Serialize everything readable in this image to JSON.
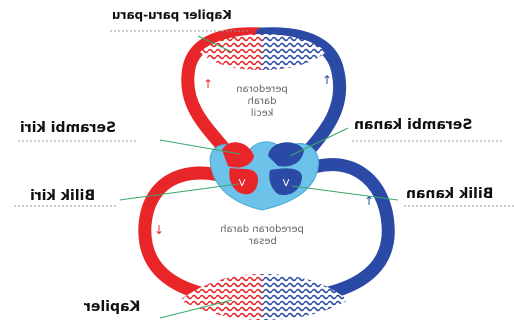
{
  "colors": {
    "oxygenated": "#e8262a",
    "deoxygenated": "#2b4aa6",
    "heart_fill": "#6cc2e8",
    "pointer_line": "#3aa86a",
    "underline": "#999999",
    "text": "#111111"
  },
  "labels": {
    "lung_capillary": "Kapiler paru-paru",
    "left_atrium": "Serambi kiri",
    "right_atrium": "Serambi kanan",
    "left_ventricle": "Bilik kiri",
    "right_ventricle": "Bilik kanan",
    "body_capillary": "Kapiler"
  },
  "loops": {
    "pulmonary": [
      "peredoran",
      "darah",
      "kecil"
    ],
    "systemic": [
      "peredoran darah",
      "besar"
    ]
  },
  "chambers": {
    "left_ventricle_letter": "V",
    "right_ventricle_letter": "V"
  },
  "arrows": {
    "up": "↑",
    "down": "↓"
  }
}
